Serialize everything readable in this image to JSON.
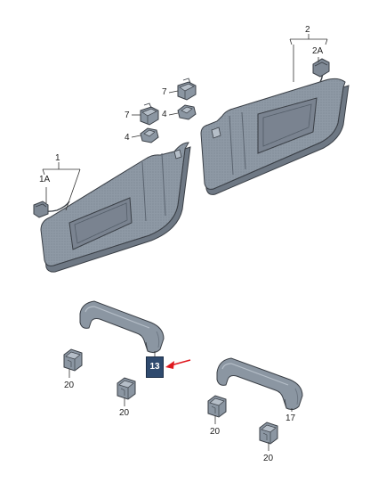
{
  "labels": {
    "visor_right_assembly": "1",
    "visor_right_sub": "1A",
    "visor_left_assembly": "2",
    "visor_left_sub": "2A",
    "clip_upper_7a": "7",
    "clip_upper_4a": "4",
    "clip_upper_7b": "7",
    "clip_upper_4b": "4",
    "grab_handle_highlight": "13",
    "grab_handle_right": "17",
    "clip_20_a": "20",
    "clip_20_b": "20",
    "clip_20_c": "20",
    "clip_20_d": "20"
  },
  "colors": {
    "part_fill": "#8b96a2",
    "part_dark": "#6e7884",
    "part_light": "#b5bec8",
    "outline": "#3a3f46",
    "highlight_box": "#2f4a6e",
    "arrow": "#e0191f"
  }
}
